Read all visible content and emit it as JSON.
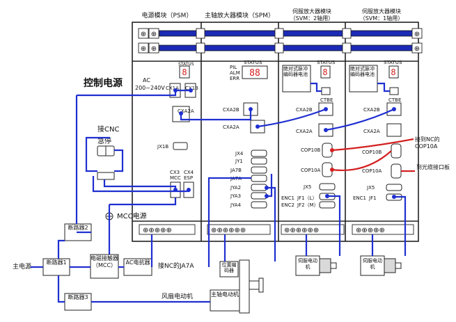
{
  "diagram": {
    "colors": {
      "wire": "#1f2fd0",
      "wire_red": "#d42020",
      "bus": "#1b2bb5",
      "led": "#d42020"
    },
    "modules": {
      "psm": {
        "title": "电源模块（PSM）",
        "ac_label": "AC",
        "ac_voltage": "200~240V",
        "cx1a": "CX1A",
        "cx1b": "CX1B",
        "cxa2a": "CXA2A",
        "jx1b": "JX1B",
        "cx3": "CX3",
        "mcc": "MCC",
        "cx4": "CX4",
        "esp": "ESP"
      },
      "spm": {
        "title": "主轴放大器模块（SPM）",
        "status": "STATUS",
        "pil": "PIL",
        "alm": "ALM",
        "err": "ERR",
        "cxa2b": "CXA2B",
        "cxa2a": "CXA2A",
        "jx4": "JX4",
        "jy1": "JY1",
        "ja7b": "JA7B",
        "ja7a": "JA7A",
        "jya2": "JYA2",
        "jya3": "JYA3",
        "jya4": "JYA4"
      },
      "svm2": {
        "title": "伺服放大器模块",
        "subtitle": "（SVM：2轴用）",
        "status": "STATUS",
        "abs_label": "绝对式脉冲编码器电池",
        "ctbe": "CTBE",
        "cxa2b": "CXA2B",
        "cxa2a": "CXA2A",
        "cop10b": "COP10B",
        "cop10a": "COP10A",
        "jx5": "JX5",
        "enc1": "ENC1",
        "jf1": "JF1（L）",
        "enc2": "ENC2",
        "jf2": "JF2（M）"
      },
      "svm1": {
        "title": "伺服放大器模块",
        "subtitle": "（SVM：1轴用）",
        "status": "STATUS",
        "abs_label": "绝对式脉冲编码器电池",
        "ctbe": "CTBE",
        "cxa2b": "CXA2B",
        "cxa2a": "CXA2A",
        "cop10b": "COP10B",
        "cop10a": "COP10A",
        "jx5": "JX5",
        "enc1": "ENC1",
        "jf1": "JF1"
      }
    },
    "labels": {
      "control_power": "控制电源",
      "to_cnc": "接CNC",
      "estop": "急停",
      "mcc_power": "MCC电源",
      "main_power": "主电源",
      "breaker1": "断路器1",
      "breaker2": "断路器2",
      "breaker3": "断路器3",
      "contactor": "电磁接触器（MCC）",
      "ac_reactor": "AC电抗器",
      "to_nc_ja7a": "接NC的JA7A",
      "fan_motor": "风扇电动机",
      "spindle_motor": "主轴电动机",
      "pos_encoder": "位置编码器",
      "servo_motor_1": "伺服电动机",
      "servo_motor_2": "伺服电动机",
      "to_nc_cop10a": "接到NC的COP10A",
      "to_fiber_port": "到光缆接口板"
    }
  }
}
